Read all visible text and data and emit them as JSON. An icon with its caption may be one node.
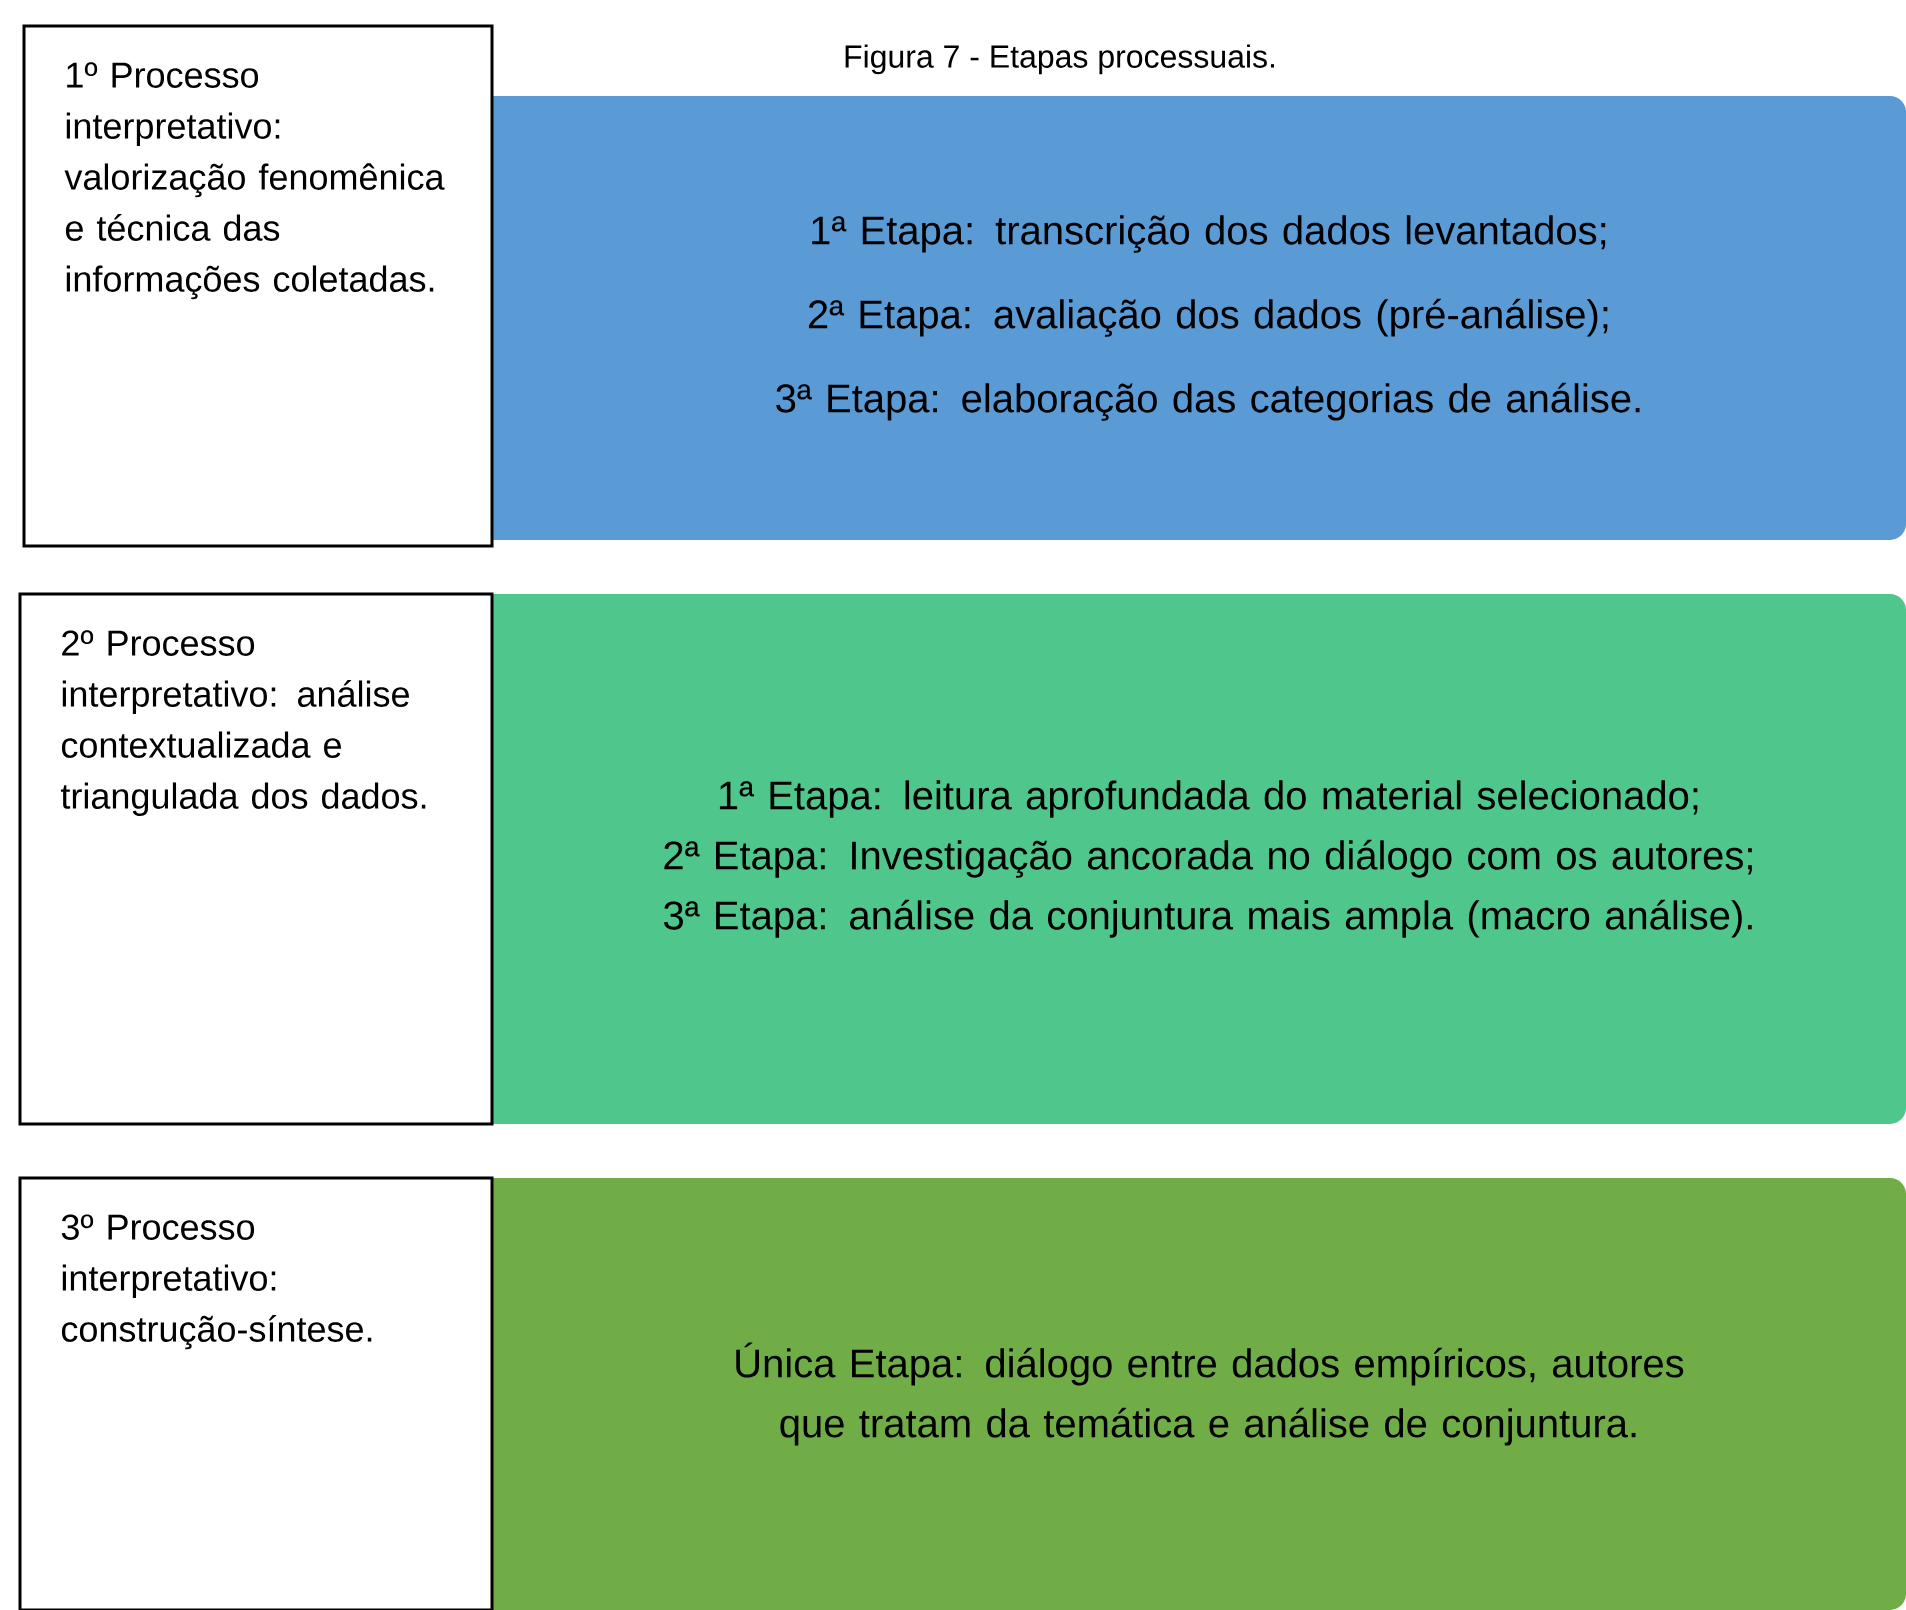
{
  "diagram": {
    "title": "Figura 7 - Etapas processuais.",
    "nodes": [
      {
        "text": [
          "1º Processo interpretativo: valorização fenomênica e técnica das informações coletadas."
        ]
      },
      {
        "text": [
          "1ª Etapa: transcrição dos dados levantados;",
          "2ª Etapa: avaliação dos dados (pré-análise);",
          "3ª Etapa: elaboração das categorias de análise."
        ]
      },
      {
        "text": [
          "2º Processo interpretativo: análise contextualizada e triangulada dos dados."
        ]
      },
      {
        "text": [
          "1ª Etapa: leitura aprofundada do material selecionado;",
          "2ª Etapa: Investigação ancorada no diálogo com os autores;",
          "3ª Etapa: análise da conjuntura mais ampla (macro análise)."
        ]
      },
      {
        "text": [
          "3º Processo interpretativo: construção-síntese."
        ]
      },
      {
        "text": [
          "Única Etapa: diálogo entre dados empíricos, autores que tratam da temática e análise de conjuntura."
        ]
      }
    ]
  }
}
